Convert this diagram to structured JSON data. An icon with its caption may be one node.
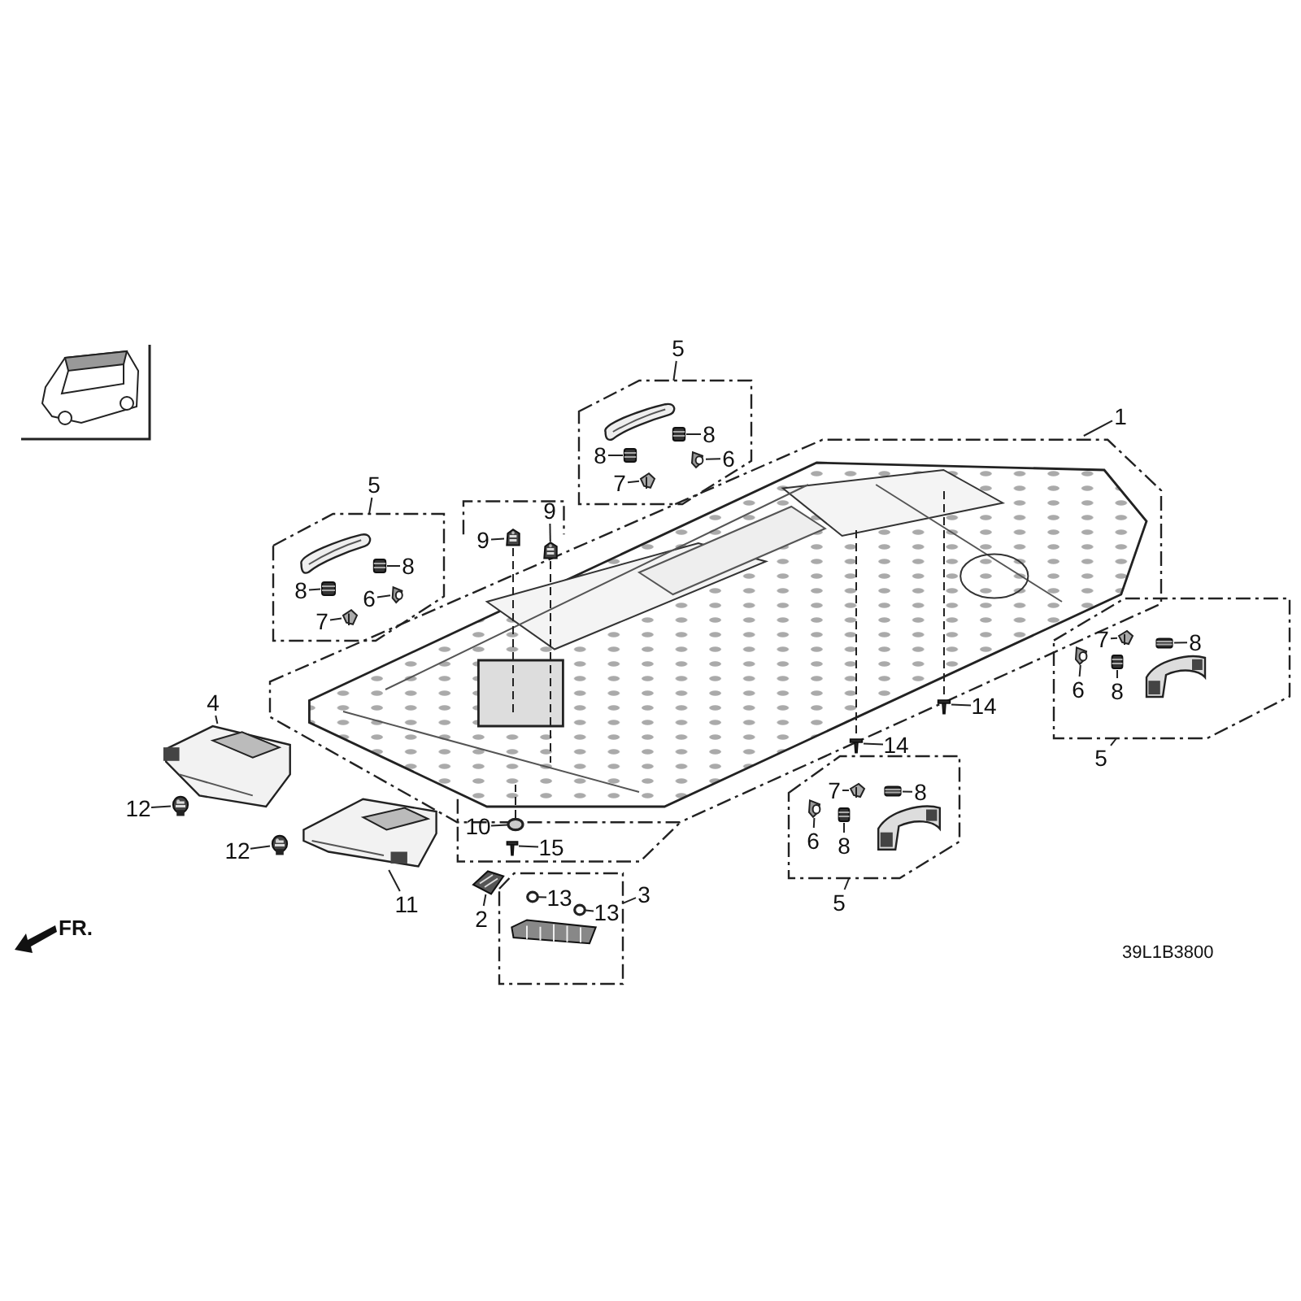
{
  "diagram": {
    "nodes": [
      {
        "text": [
          "5"
        ]
      },
      {
        "text": [],
        "shape": "box"
      },
      {
        "text": [],
        "shape": "picture",
        "in": 1
      },
      {
        "text": [
          "8"
        ],
        "in": 1
      },
      {
        "text": [],
        "shape": "picture",
        "in": 1
      },
      {
        "text": [
          "8"
        ],
        "in": 1
      },
      {
        "text": [],
        "shape": "picture",
        "in": 1
      },
      {
        "text": [
          "6"
        ],
        "in": 1
      },
      {
        "text": [],
        "shape": "picture",
        "in": 1
      },
      {
        "text": [
          "7"
        ],
        "in": 1
      },
      {
        "text": [],
        "shape": "picture",
        "in": 1
      },
      {
        "text": [
          "1"
        ]
      },
      {
        "text": [],
        "shape": "box"
      },
      {
        "text": [],
        "shape": "picture",
        "in": 12
      },
      {
        "text": [
          "5"
        ]
      },
      {
        "text": [],
        "shape": "box"
      },
      {
        "text": [],
        "shape": "picture",
        "in": 15
      },
      {
        "text": [
          "8"
        ],
        "in": 15
      },
      {
        "text": [],
        "shape": "picture",
        "in": 15
      },
      {
        "text": [
          "8"
        ],
        "in": 15
      },
      {
        "text": [],
        "shape": "picture",
        "in": 15
      },
      {
        "text": [
          "6"
        ],
        "in": 15
      },
      {
        "text": [],
        "shape": "picture",
        "in": 15
      },
      {
        "text": [
          "7"
        ],
        "in": 15
      },
      {
        "text": [],
        "shape": "picture",
        "in": 15
      },
      {
        "text": [],
        "shape": "box"
      },
      {
        "text": [
          "9"
        ],
        "in": 25
      },
      {
        "text": [],
        "shape": "picture",
        "in": 25
      },
      {
        "text": [
          "9"
        ],
        "in": 25
      },
      {
        "text": [],
        "shape": "picture",
        "in": 25
      },
      {
        "text": [
          "14"
        ]
      },
      {
        "text": [],
        "shape": "picture"
      },
      {
        "text": [
          "14"
        ]
      },
      {
        "text": [],
        "shape": "picture"
      },
      {
        "text": [],
        "shape": "box"
      },
      {
        "text": [
          "7"
        ],
        "in": 34
      },
      {
        "text": [],
        "shape": "picture",
        "in": 34
      },
      {
        "text": [
          "8"
        ],
        "in": 34
      },
      {
        "text": [],
        "shape": "picture",
        "in": 34
      },
      {
        "text": [
          "6"
        ],
        "in": 34
      },
      {
        "text": [],
        "shape": "picture",
        "in": 34
      },
      {
        "text": [
          "8"
        ],
        "in": 34
      },
      {
        "text": [],
        "shape": "picture",
        "in": 34
      },
      {
        "text": [],
        "shape": "picture",
        "in": 34
      },
      {
        "text": [
          "5"
        ]
      },
      {
        "text": [
          "4"
        ]
      },
      {
        "text": [],
        "shape": "picture"
      },
      {
        "text": [
          "12"
        ]
      },
      {
        "text": [],
        "shape": "picture"
      },
      {
        "text": [
          "12"
        ]
      },
      {
        "text": [],
        "shape": "picture"
      },
      {
        "text": [],
        "shape": "picture"
      },
      {
        "text": [
          "11"
        ]
      },
      {
        "text": [
          "10"
        ],
        "in": 25
      },
      {
        "text": [],
        "shape": "circle",
        "in": 25
      },
      {
        "text": [
          "15"
        ],
        "in": 25
      },
      {
        "text": [],
        "shape": "picture",
        "in": 25
      },
      {
        "text": [],
        "shape": "box"
      },
      {
        "text": [
          "7"
        ],
        "in": 57
      },
      {
        "text": [],
        "shape": "picture",
        "in": 57
      },
      {
        "text": [
          "8"
        ],
        "in": 57
      },
      {
        "text": [],
        "shape": "picture",
        "in": 57
      },
      {
        "text": [
          "6"
        ],
        "in": 57
      },
      {
        "text": [],
        "shape": "picture",
        "in": 57
      },
      {
        "text": [
          "8"
        ],
        "in": 57
      },
      {
        "text": [],
        "shape": "picture",
        "in": 57
      },
      {
        "text": [],
        "shape": "picture",
        "in": 57
      },
      {
        "text": [
          "5"
        ]
      },
      {
        "text": [],
        "shape": "picture"
      },
      {
        "text": [
          "2"
        ]
      },
      {
        "text": [],
        "shape": "box"
      },
      {
        "text": [
          "13"
        ],
        "in": 70
      },
      {
        "text": [],
        "shape": "circle",
        "in": 70
      },
      {
        "text": [
          "13"
        ],
        "in": 70
      },
      {
        "text": [],
        "shape": "circle",
        "in": 70
      },
      {
        "text": [],
        "shape": "picture",
        "in": 70
      },
      {
        "text": [
          "3"
        ]
      }
    ],
    "edges": [
      {
        "from": 0,
        "to": 1,
        "arrow": "none"
      },
      {
        "from": 3,
        "to": 4,
        "arrow": "none"
      },
      {
        "from": 5,
        "to": 6,
        "arrow": "none"
      },
      {
        "from": 7,
        "to": 8,
        "arrow": "none"
      },
      {
        "from": 9,
        "to": 10,
        "arrow": "none"
      },
      {
        "from": 11,
        "to": 12,
        "arrow": "none"
      },
      {
        "from": 14,
        "to": 15,
        "arrow": "none"
      },
      {
        "from": 17,
        "to": 18,
        "arrow": "none"
      },
      {
        "from": 19,
        "to": 20,
        "arrow": "none"
      },
      {
        "from": 21,
        "to": 22,
        "arrow": "none"
      },
      {
        "from": 23,
        "to": 24,
        "arrow": "none"
      },
      {
        "from": 26,
        "to": 27,
        "arrow": "none"
      },
      {
        "from": 28,
        "to": 29,
        "arrow": "none"
      },
      {
        "from": 27,
        "to": 13,
        "arrow": "none",
        "style": "dashed"
      },
      {
        "from": 29,
        "to": 13,
        "arrow": "none",
        "style": "dashed"
      },
      {
        "from": 30,
        "to": 31,
        "arrow": "none"
      },
      {
        "from": 32,
        "to": 33,
        "arrow": "none"
      },
      {
        "from": 31,
        "to": 13,
        "arrow": "none",
        "style": "dashed"
      },
      {
        "from": 33,
        "to": 13,
        "arrow": "none",
        "style": "dashed"
      },
      {
        "from": 35,
        "to": 36,
        "arrow": "none"
      },
      {
        "from": 37,
        "to": 38,
        "arrow": "none"
      },
      {
        "from": 39,
        "to": 40,
        "arrow": "none"
      },
      {
        "from": 41,
        "to": 42,
        "arrow": "none"
      },
      {
        "from": 44,
        "to": 34,
        "arrow": "none"
      },
      {
        "from": 45,
        "to": 46,
        "arrow": "none"
      },
      {
        "from": 47,
        "to": 48,
        "arrow": "none"
      },
      {
        "from": 49,
        "to": 50,
        "arrow": "none"
      },
      {
        "from": 52,
        "to": 51,
        "arrow": "none"
      },
      {
        "from": 53,
        "to": 54,
        "arrow": "none"
      },
      {
        "from": 55,
        "to": 56,
        "arrow": "none"
      },
      {
        "from": 54,
        "to": 13,
        "arrow": "none",
        "style": "dashed"
      },
      {
        "from": 58,
        "to": 59,
        "arrow": "none"
      },
      {
        "from": 60,
        "to": 61,
        "arrow": "none"
      },
      {
        "from": 62,
        "to": 63,
        "arrow": "none"
      },
      {
        "from": 64,
        "to": 65,
        "arrow": "none"
      },
      {
        "from": 67,
        "to": 57,
        "arrow": "none"
      },
      {
        "from": 69,
        "to": 68,
        "arrow": "none"
      },
      {
        "from": 71,
        "to": 72,
        "arrow": "none"
      },
      {
        "from": 73,
        "to": 74,
        "arrow": "none"
      },
      {
        "from": 76,
        "to": 70,
        "arrow": "none"
      }
    ],
    "labels": [
      "FR.",
      "39L1B3800"
    ]
  }
}
